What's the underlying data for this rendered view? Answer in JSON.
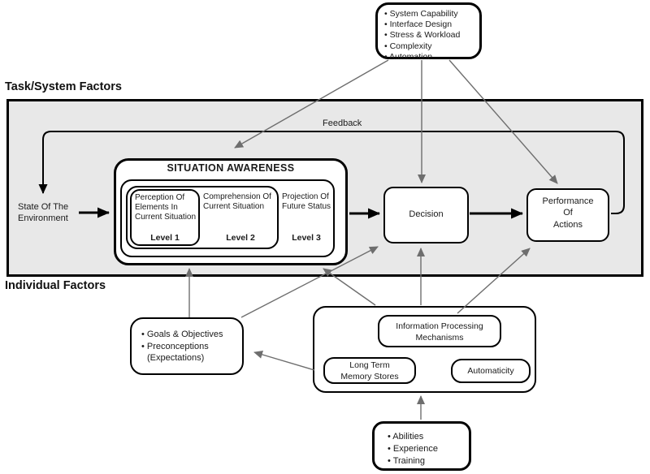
{
  "sections": {
    "task_system_label": "Task/System Factors",
    "individual_label": "Individual Factors"
  },
  "feedback_label": "Feedback",
  "system_factors_box": {
    "items": [
      "• System Capability",
      "• Interface Design",
      "• Stress & Workload",
      "• Complexity",
      "• Automation"
    ]
  },
  "state_environment": {
    "lines": [
      "State Of The",
      "Environment"
    ]
  },
  "situation_awareness": {
    "title": "SITUATION AWARENESS",
    "levels": [
      {
        "text": "Perception Of Elements In Current Situation",
        "label": "Level 1"
      },
      {
        "text": "Comprehension Of Current Situation",
        "label": "Level 2"
      },
      {
        "text": "Projection Of Future Status",
        "label": "Level 3"
      }
    ]
  },
  "decision": {
    "label": "Decision"
  },
  "performance": {
    "lines": [
      "Performance",
      "Of",
      "Actions"
    ]
  },
  "goals_box": {
    "items": [
      "• Goals & Objectives",
      "• Preconceptions",
      "(Expectations)"
    ]
  },
  "mechanisms_box": {
    "information_processing": {
      "lines": [
        "Information Processing",
        "Mechanisms"
      ]
    },
    "long_term_memory": {
      "lines": [
        "Long Term",
        "Memory Stores"
      ]
    },
    "automaticity": {
      "label": "Automaticity"
    }
  },
  "abilities_box": {
    "items": [
      "• Abilities",
      "• Experience",
      "• Training"
    ]
  },
  "colors": {
    "panel_fill": "#e8e8e8",
    "box_fill": "#ffffff",
    "line_black": "#000000",
    "arrow_gray": "#6e6e6e"
  }
}
